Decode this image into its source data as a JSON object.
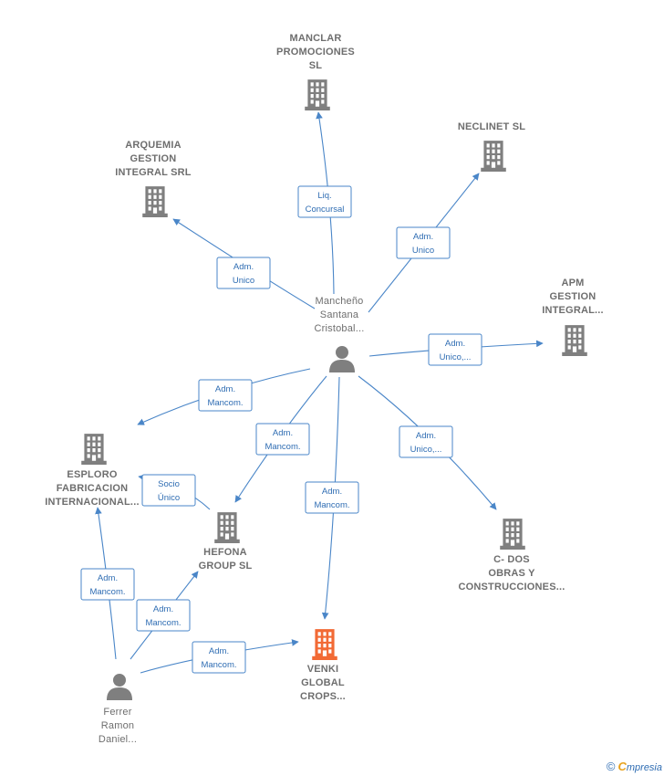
{
  "colors": {
    "edge": "#4a86c8",
    "node": "#7f7f7f",
    "highlight": "#f26a35",
    "label": "#6e6e6e"
  },
  "nodes": [
    {
      "id": "manclar",
      "kind": "company",
      "icon": "building-icon",
      "label": [
        "MANCLAR",
        "PROMOCIONES",
        "SL"
      ]
    },
    {
      "id": "neclinet",
      "kind": "company",
      "icon": "building-icon",
      "label": [
        "NECLINET  SL"
      ]
    },
    {
      "id": "arquemia",
      "kind": "company",
      "icon": "building-icon",
      "label": [
        "ARQUEMIA",
        "GESTION",
        "INTEGRAL SRL"
      ]
    },
    {
      "id": "apm",
      "kind": "company",
      "icon": "building-icon",
      "label": [
        "APM",
        "GESTION",
        "INTEGRAL..."
      ]
    },
    {
      "id": "manchen",
      "kind": "person",
      "icon": "person-icon",
      "label": [
        "Mancheño",
        "Santana",
        "Cristobal..."
      ]
    },
    {
      "id": "esploro",
      "kind": "company",
      "icon": "building-icon",
      "label": [
        "ESPLORO",
        "FABRICACION",
        "INTERNACIONAL..."
      ]
    },
    {
      "id": "hefona",
      "kind": "company",
      "icon": "building-icon",
      "label": [
        "HEFONA",
        "GROUP  SL"
      ]
    },
    {
      "id": "cdos",
      "kind": "company",
      "icon": "building-icon",
      "label": [
        "C- DOS",
        "OBRAS Y",
        "CONSTRUCCIONES..."
      ]
    },
    {
      "id": "venki",
      "kind": "company",
      "icon": "building-icon",
      "highlight": true,
      "label": [
        "VENKI",
        "GLOBAL",
        "CROPS..."
      ]
    },
    {
      "id": "ferrer",
      "kind": "person",
      "icon": "person-icon",
      "label": [
        "Ferrer",
        "Ramon",
        "Daniel..."
      ]
    }
  ],
  "edges": [
    {
      "from": "manchen",
      "to": "manclar",
      "label": [
        "Liq.",
        "Concursal"
      ]
    },
    {
      "from": "manchen",
      "to": "neclinet",
      "label": [
        "Adm.",
        "Unico"
      ]
    },
    {
      "from": "manchen",
      "to": "arquemia",
      "label": [
        "Adm.",
        "Unico"
      ]
    },
    {
      "from": "manchen",
      "to": "apm",
      "label": [
        "Adm.",
        "Unico,..."
      ]
    },
    {
      "from": "manchen",
      "to": "esploro",
      "label": [
        "Adm.",
        "Mancom."
      ]
    },
    {
      "from": "manchen",
      "to": "hefona",
      "label": [
        "Adm.",
        "Mancom."
      ]
    },
    {
      "from": "manchen",
      "to": "venki",
      "label": [
        "Adm.",
        "Mancom."
      ]
    },
    {
      "from": "manchen",
      "to": "cdos",
      "label": [
        "Adm.",
        "Unico,..."
      ]
    },
    {
      "from": "hefona",
      "to": "esploro",
      "label": [
        "Socio",
        "Único"
      ]
    },
    {
      "from": "ferrer",
      "to": "esploro",
      "label": [
        "Adm.",
        "Mancom."
      ]
    },
    {
      "from": "ferrer",
      "to": "hefona",
      "label": [
        "Adm.",
        "Mancom."
      ]
    },
    {
      "from": "ferrer",
      "to": "venki",
      "label": [
        "Adm.",
        "Mancom."
      ]
    }
  ],
  "footer": {
    "copyright": "©",
    "brand_initial": "C",
    "brand_rest": "mpresia"
  }
}
